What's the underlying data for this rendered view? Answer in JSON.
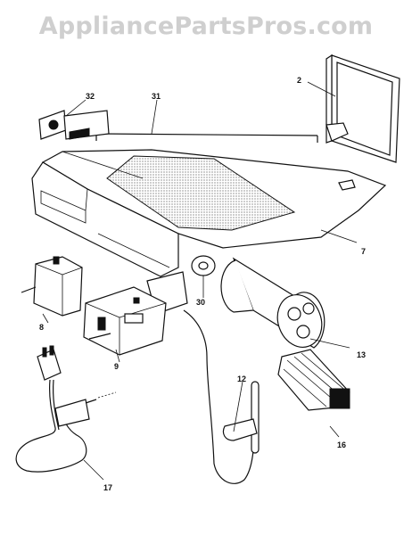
{
  "watermark": "AppliancePartsPros.com",
  "callouts": {
    "p2": "2",
    "p7": "7",
    "p8": "8",
    "p9": "9",
    "p12": "12",
    "p13": "13",
    "p16": "16",
    "p17": "17",
    "p30": "30",
    "p31": "31",
    "p32": "32"
  }
}
